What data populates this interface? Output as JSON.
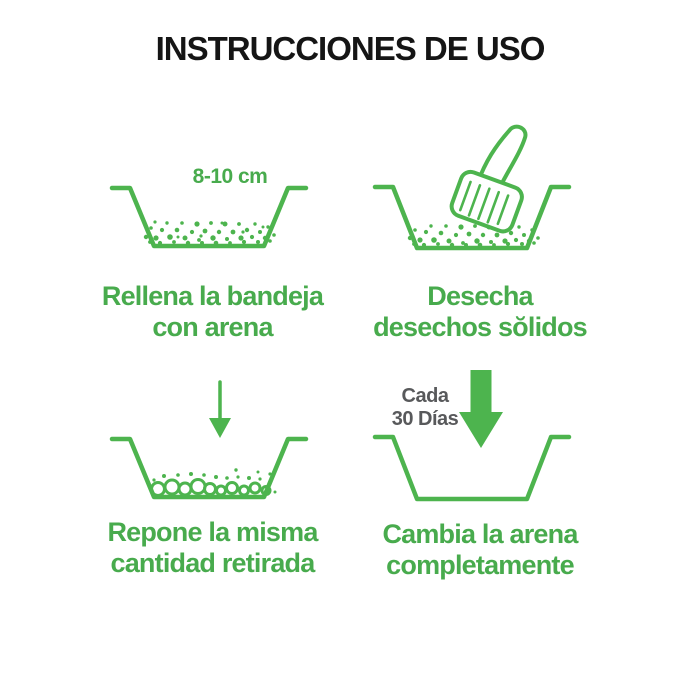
{
  "title": "INSTRUCCIONES DE USO",
  "colors": {
    "background": "#ffffff",
    "title_black": "#151515",
    "icon_green": "#4db44e",
    "text_green": "#48ab4d",
    "note_gray": "#58595b"
  },
  "steps": {
    "fill": {
      "icon": "tray-with-litter-icon",
      "depth_label": "8-10 cm",
      "caption_line1": "Rellena la bandeja",
      "caption_line2": "con arena"
    },
    "scoop": {
      "icon": "litter-scoop-over-tray-icon",
      "caption_line1": "Desecha",
      "caption_line2": "desechos sŏlidos"
    },
    "refill": {
      "icon": "arrow-into-tray-with-granules-icon",
      "caption_line1": "Repone la misma",
      "caption_line2": "cantidad retirada"
    },
    "change": {
      "icon": "thick-arrow-into-empty-tray-icon",
      "note_line1": "Cada",
      "note_line2": "30 Días",
      "caption_line1": "Cambia la arena",
      "caption_line2": "completamente"
    }
  }
}
